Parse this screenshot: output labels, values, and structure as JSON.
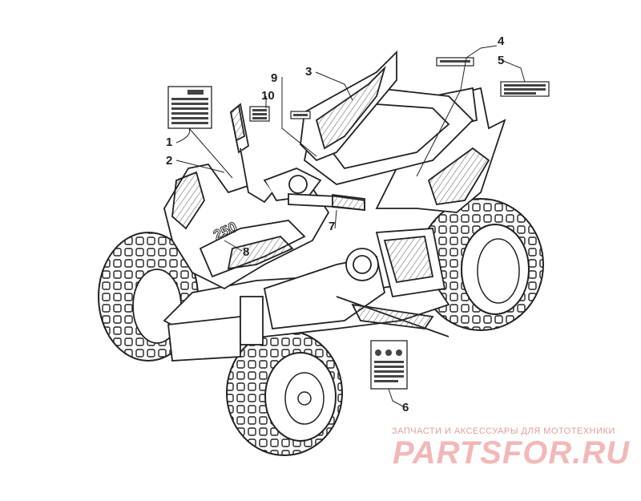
{
  "diagram": {
    "callouts": [
      {
        "id": "1",
        "label": "1"
      },
      {
        "id": "2",
        "label": "2"
      },
      {
        "id": "3",
        "label": "3"
      },
      {
        "id": "4",
        "label": "4"
      },
      {
        "id": "5",
        "label": "5"
      },
      {
        "id": "6",
        "label": "6"
      },
      {
        "id": "7",
        "label": "7"
      },
      {
        "id": "8",
        "label": "8"
      },
      {
        "id": "9",
        "label": "9"
      },
      {
        "id": "10",
        "label": "10"
      }
    ],
    "fender_badge": "250"
  },
  "watermark": {
    "subtitle": "ЗАПЧАСТИ И АКСЕССУАРЫ ДЛЯ МОТОТЕХНИКИ",
    "logo": "PARTSFOR.RU",
    "color": "#f2b8b8"
  }
}
